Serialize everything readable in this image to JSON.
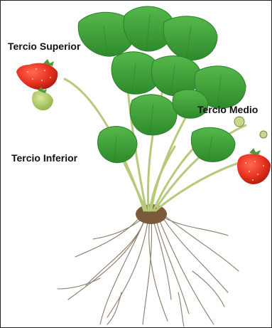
{
  "labels": {
    "upper": "Tercio Superior",
    "middle": "Tercio Medio",
    "lower": "Tercio Inferior"
  },
  "colors": {
    "leaf": "#3fa33a",
    "leaf_dark": "#2b7f2a",
    "stem": "#b7c97a",
    "fruit": "#e8301f",
    "fruit_unripe": "#9fc25a",
    "root": "#8a7b66",
    "label_text": "#111111",
    "border": "#222222"
  }
}
